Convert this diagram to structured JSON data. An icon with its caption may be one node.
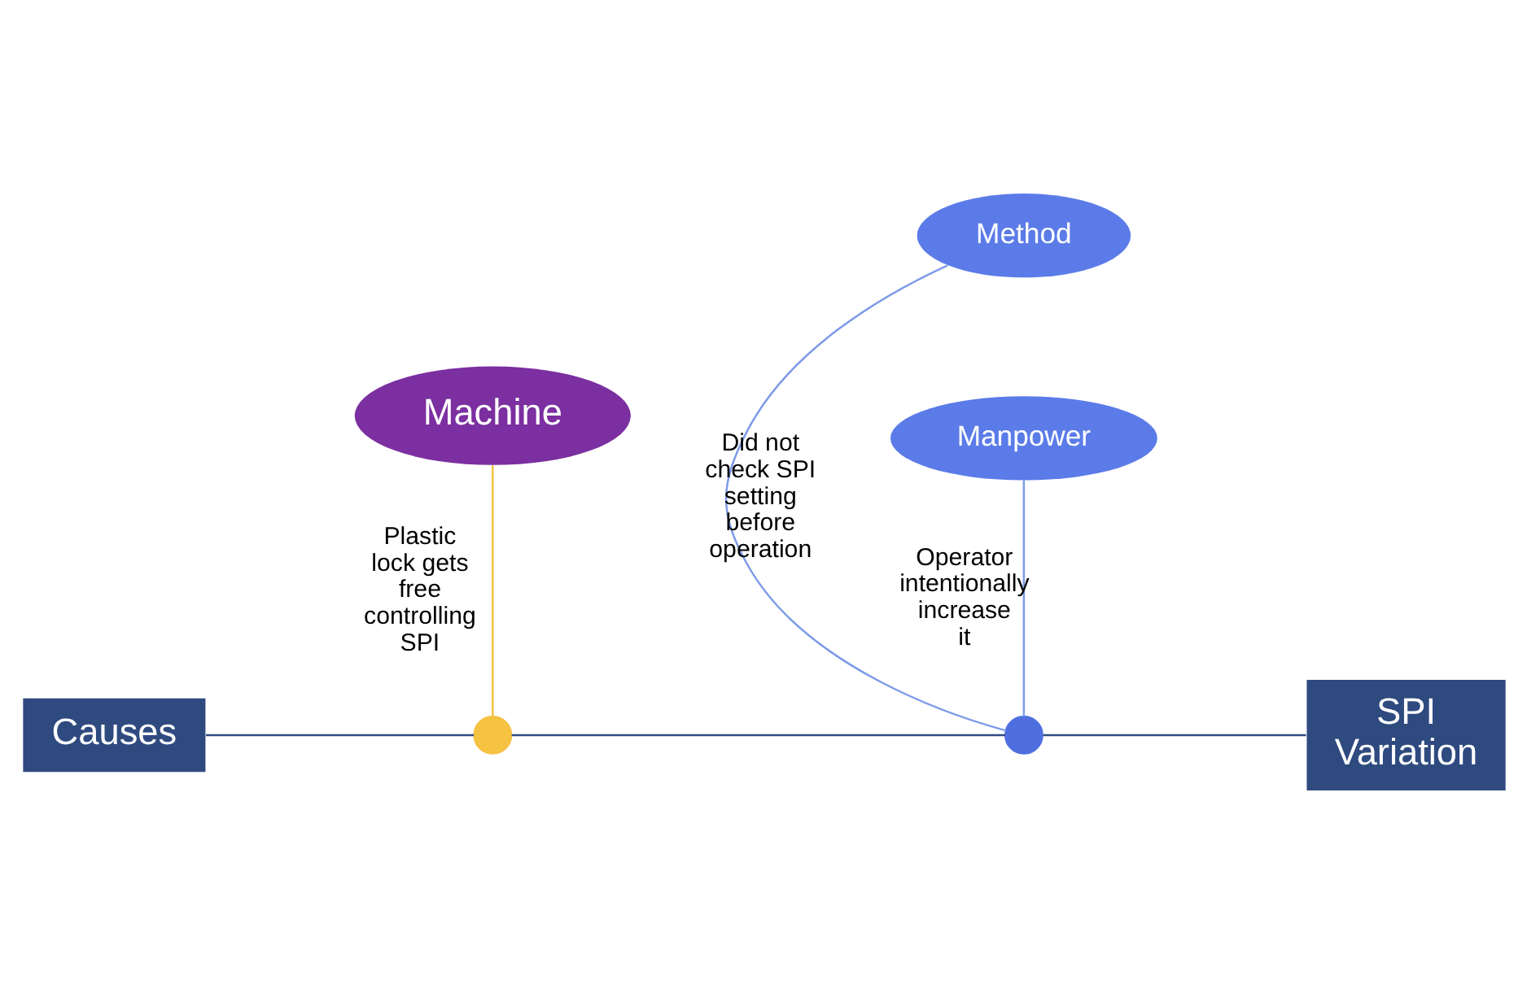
{
  "diagram": {
    "nodes": [
      {
        "text": [
          "Method"
        ]
      },
      {
        "text": [
          "Causes"
        ]
      },
      {
        "text": [],
        "shape": "circle"
      },
      {
        "text": [],
        "shape": "circle"
      },
      {
        "text": [
          "SPI Variation"
        ]
      },
      {
        "text": [
          "Machine"
        ]
      },
      {
        "text": [
          "Manpower"
        ]
      }
    ],
    "edges": [
      {
        "from": 1,
        "to": 2,
        "arrow": "none"
      },
      {
        "from": 2,
        "to": 3,
        "arrow": "none"
      },
      {
        "from": 3,
        "to": 4,
        "arrow": "none"
      },
      {
        "from": 0,
        "to": 3,
        "arrow": "none",
        "label": "Did not check SPI setting before operation",
        "color": "#7d9be8"
      },
      {
        "from": 5,
        "to": 2,
        "arrow": "none",
        "label": "Plastic lock gets free controlling SPI",
        "color": "#f5c242"
      },
      {
        "from": 6,
        "to": 3,
        "arrow": "none",
        "label": "Operator intentionally increase it",
        "color": "#7d9be8"
      }
    ]
  }
}
